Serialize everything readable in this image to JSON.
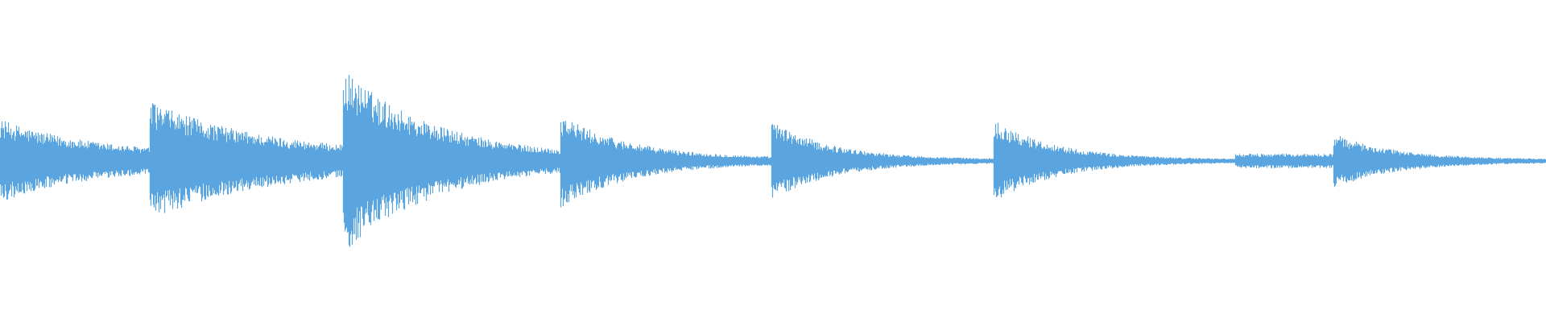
{
  "waveform": {
    "color": "#5aa5e0",
    "background": "#ffffff",
    "duration_seconds": 1,
    "baseline_floor": 0.015,
    "events": [
      {
        "start": 0.0,
        "peak": 0.26,
        "floor": 0.04,
        "decay": 0.06,
        "shape": "decay"
      },
      {
        "start": 0.0965,
        "peak": 0.37,
        "floor": 0.03,
        "decay": 0.08,
        "shape": "decay"
      },
      {
        "start": 0.2215,
        "peak": 0.58,
        "floor": 0.02,
        "decay": 0.06,
        "shape": "decay"
      },
      {
        "start": 0.3625,
        "peak": 0.29,
        "floor": 0.015,
        "decay": 0.045,
        "shape": "decay"
      },
      {
        "start": 0.4985,
        "peak": 0.25,
        "floor": 0.01,
        "decay": 0.04,
        "shape": "decay"
      },
      {
        "start": 0.6425,
        "peak": 0.26,
        "floor": 0.01,
        "decay": 0.04,
        "shape": "decay"
      },
      {
        "start": 0.7985,
        "end": 0.8625,
        "level": 0.045,
        "shape": "flat"
      },
      {
        "start": 0.8625,
        "peak": 0.17,
        "floor": 0.01,
        "decay": 0.04,
        "shape": "decay"
      }
    ]
  }
}
